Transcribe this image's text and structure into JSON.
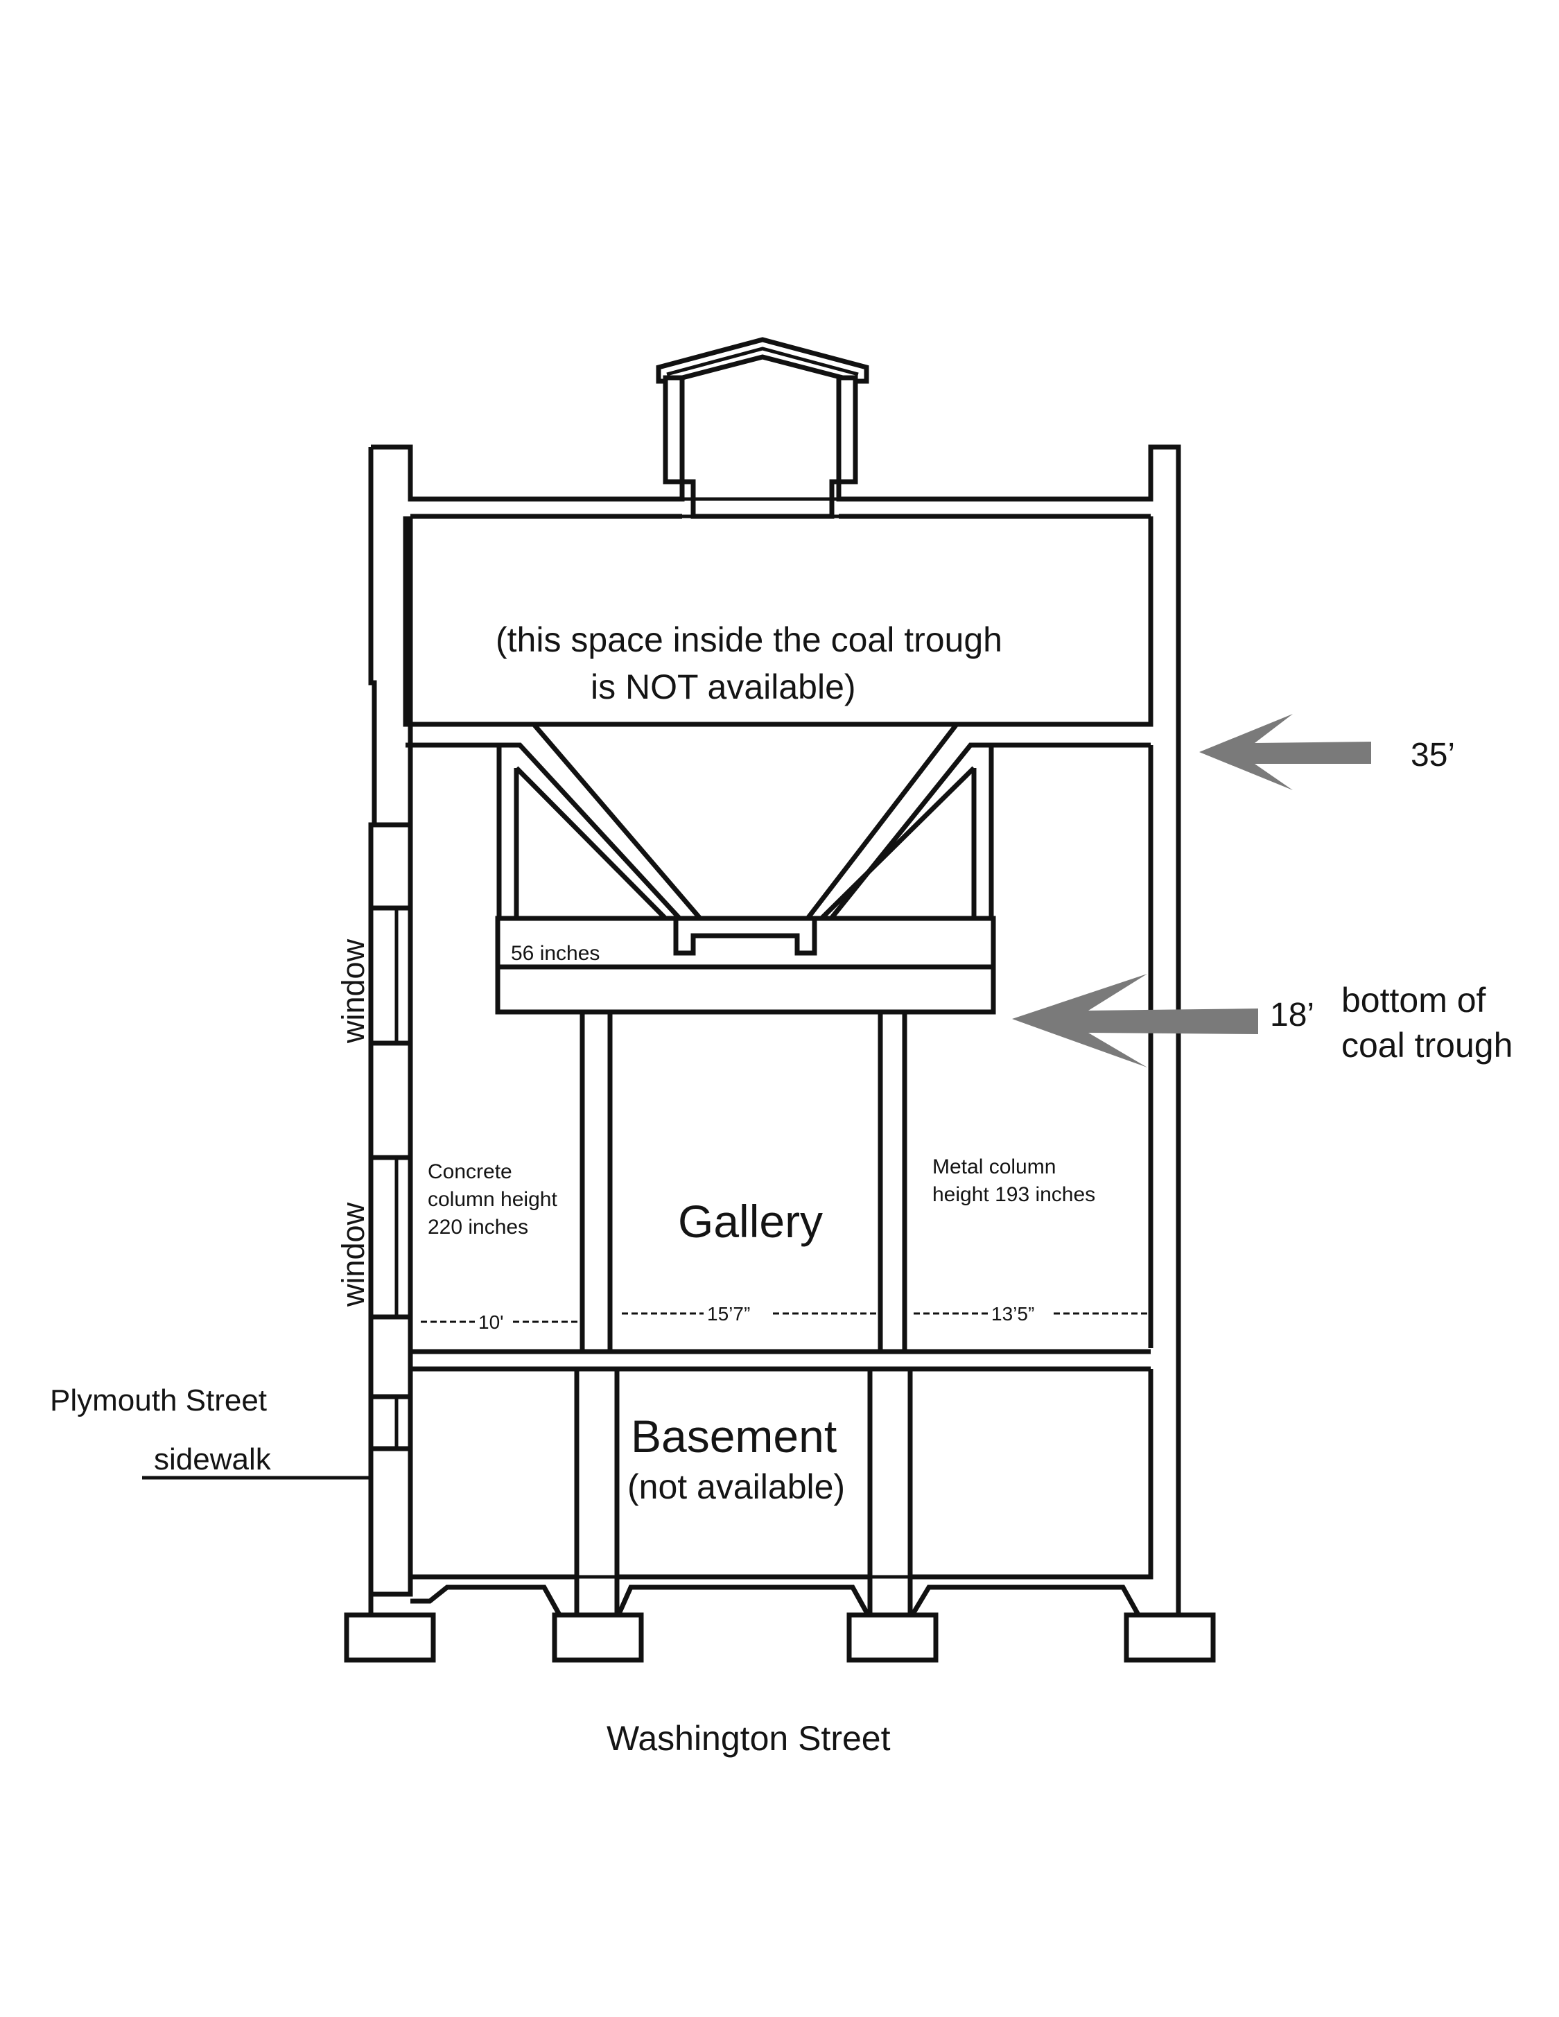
{
  "labels": {
    "coal_trough_note_line1": "(this space inside the coal trough",
    "coal_trough_note_line2": "is NOT available)",
    "height_35": "35’",
    "height_18": "18’",
    "bottom_of_trough_line1": "bottom of",
    "bottom_of_trough_line2": "coal trough",
    "beam_depth": "56 inches",
    "window_upper": "window",
    "window_lower": "window",
    "concrete_column_line1": "Concrete",
    "concrete_column_line2": "column height",
    "concrete_column_line3": "220 inches",
    "metal_column_line1": "Metal column",
    "metal_column_line2": "height 193 inches",
    "gallery": "Gallery",
    "width_left": "10'",
    "width_center": "15’7”",
    "width_right": "13’5”",
    "plymouth_street": "Plymouth Street",
    "sidewalk": "sidewalk",
    "basement": "Basement",
    "basement_note": "(not available)",
    "washington_street": "Washington Street"
  },
  "colors": {
    "line": "#111111",
    "arrow": "#7a7a7a",
    "background": "#ffffff"
  }
}
